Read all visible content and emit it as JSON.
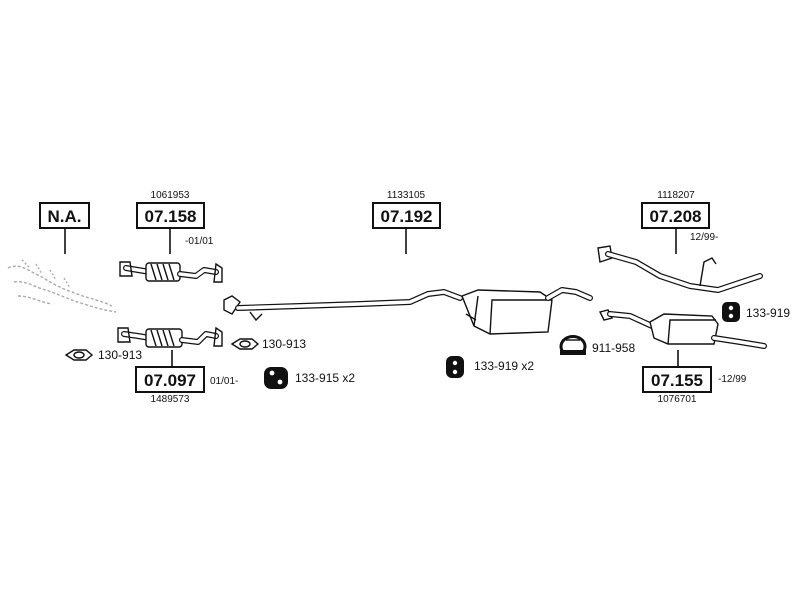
{
  "parts": {
    "na": {
      "ref": "N.A."
    },
    "front_pipe_upper": {
      "ref": "07.158",
      "oem": "1061953",
      "date": "-01/01"
    },
    "front_pipe_lower": {
      "ref": "07.097",
      "oem": "1489573",
      "date": "01/01-"
    },
    "middle_silencer": {
      "ref": "07.192",
      "oem": "1133105"
    },
    "rear_pipe": {
      "ref": "07.208",
      "oem": "1118207",
      "date": "12/99-"
    },
    "rear_silencer": {
      "ref": "07.155",
      "oem": "1076701",
      "date": "-12/99"
    }
  },
  "accessories": {
    "gasket_left": "130-913",
    "gasket_mid": "130-913",
    "rubber_mount_a": "133-915 x2",
    "rubber_mount_b": "133-919 x2",
    "clamp": "911-958",
    "rubber_mount_c": "133-919"
  },
  "icons": {
    "gasket": "gasket-icon",
    "rubber_mount": "rubber-mount-icon",
    "clamp": "clamp-icon",
    "catalyst": "catalyst-icon"
  }
}
